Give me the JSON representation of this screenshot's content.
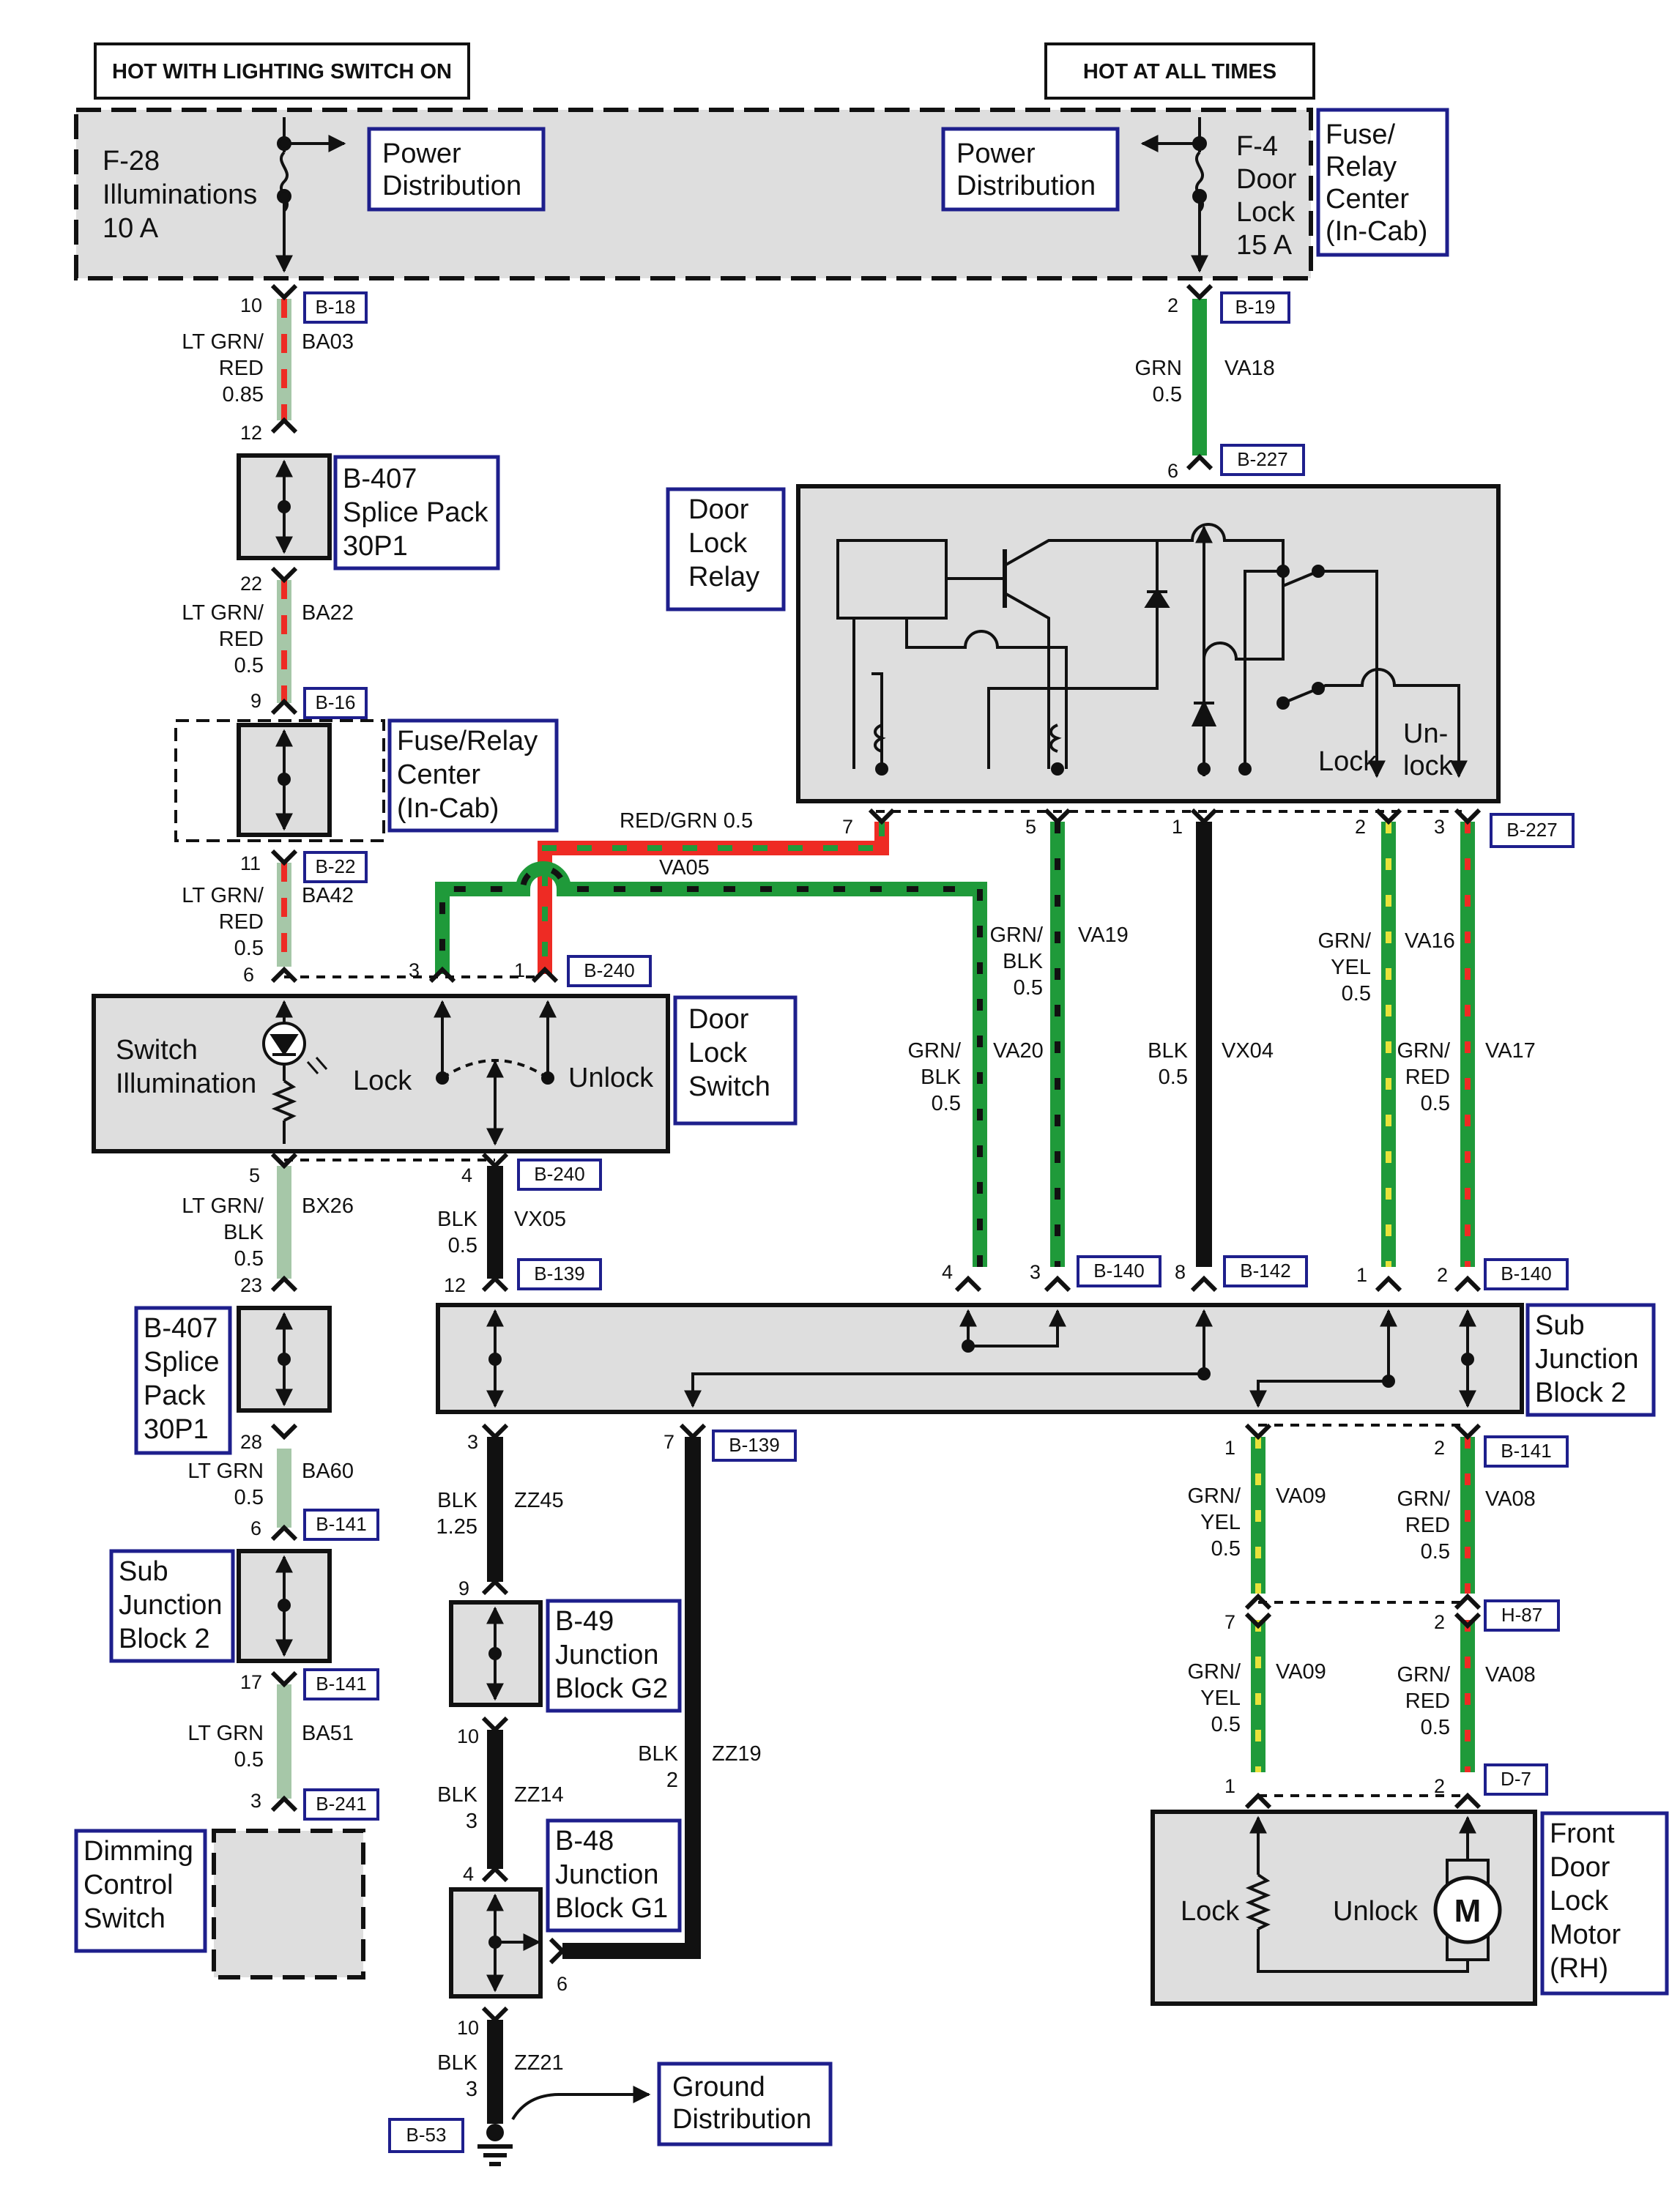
{
  "headers": {
    "left": "HOT WITH LIGHTING SWITCH ON",
    "right": "HOT AT ALL TIMES"
  },
  "fuse_relay_center": {
    "label": [
      "Fuse/",
      "Relay",
      "Center",
      "(In-Cab)"
    ],
    "fuse_left": [
      "F-28",
      "Illuminations",
      "10 A"
    ],
    "fuse_right": [
      "F-4",
      "Door",
      "Lock",
      "15 A"
    ],
    "power_left": [
      "Power",
      "Distribution"
    ],
    "power_right": [
      "Power",
      "Distribution"
    ]
  },
  "components": {
    "splice_pack_1": [
      "B-407",
      "Splice Pack",
      "30P1"
    ],
    "fuse_relay_in_cab": [
      "Fuse/Relay",
      "Center",
      "(In-Cab)"
    ],
    "door_lock_relay": [
      "Door",
      "Lock",
      "Relay"
    ],
    "relay_lock": "Lock",
    "relay_unlock": [
      "Un-",
      "lock"
    ],
    "door_lock_switch": [
      "Door",
      "Lock",
      "Switch"
    ],
    "switch_illumination": [
      "Switch",
      "Illumination"
    ],
    "switch_lock": "Lock",
    "switch_unlock": "Unlock",
    "splice_pack_2": [
      "B-407",
      "Splice",
      "Pack",
      "30P1"
    ],
    "sub_junction_left": [
      "Sub",
      "Junction",
      "Block 2"
    ],
    "sub_junction_main": [
      "Sub",
      "Junction",
      "Block 2"
    ],
    "dimming_control": [
      "Dimming",
      "Control",
      "Switch"
    ],
    "junction_g2": [
      "B-49",
      "Junction",
      "Block G2"
    ],
    "junction_g1": [
      "B-48",
      "Junction",
      "Block G1"
    ],
    "ground": [
      "Ground",
      "Distribution"
    ],
    "front_door_motor": [
      "Front",
      "Door",
      "Lock",
      "Motor",
      "(RH)"
    ],
    "motor_lock": "Lock",
    "motor_unlock": "Unlock",
    "motor_symbol": "M"
  },
  "connectors": {
    "b18": "B-18",
    "b407a": "",
    "b16": "B-16",
    "b22": "B-22",
    "b19": "B-19",
    "b227a": "B-227",
    "b227b": "B-227",
    "b240a": "B-240",
    "b240b": "B-240",
    "b139a": "B-139",
    "b140a": "B-140",
    "b142": "B-142",
    "b140b": "B-140",
    "b141a": "B-141",
    "b141b": "B-141",
    "b139b": "B-139",
    "b141c": "B-141",
    "h87": "H-87",
    "d7": "D-7",
    "b241": "B-241",
    "b53": "B-53"
  },
  "pins": {
    "p10a": "10",
    "p12a": "12",
    "p22": "22",
    "p9a": "9",
    "p11": "11",
    "p6a": "6",
    "p2a": "2",
    "p6b": "6",
    "p7a": "7",
    "p5a": "5",
    "p1a": "1",
    "p2b": "2",
    "p3a": "3",
    "p3b": "3",
    "p1b": "1",
    "p5b": "5",
    "p4a": "4",
    "p23": "23",
    "p28": "28",
    "p6c": "6",
    "p17": "17",
    "p3c": "3",
    "p12b": "12",
    "p4b": "4",
    "p3d": "3",
    "p8": "8",
    "p1c": "1",
    "p2c": "2",
    "p3e": "3",
    "p7b": "7",
    "p9b": "9",
    "p10b": "10",
    "p4c": "4",
    "p6d": "6",
    "p10c": "10",
    "p1d": "1",
    "p2d": "2",
    "p7c": "7",
    "p2e": "2",
    "p1e": "1",
    "p2f": "2"
  },
  "wires": {
    "ba03": {
      "color": [
        "LT GRN/",
        "RED",
        "0.85"
      ],
      "id": "BA03"
    },
    "ba22": {
      "color": [
        "LT GRN/",
        "RED",
        "0.5"
      ],
      "id": "BA22"
    },
    "ba42": {
      "color": [
        "LT GRN/",
        "RED",
        "0.5"
      ],
      "id": "BA42"
    },
    "va18": {
      "color": [
        "GRN",
        "0.5"
      ],
      "id": "VA18"
    },
    "redgrn": {
      "label": "RED/GRN 0.5"
    },
    "va05": {
      "id": "VA05"
    },
    "va19": {
      "color": [
        "GRN/",
        "BLK",
        "0.5"
      ],
      "id": "VA19"
    },
    "va20": {
      "color": [
        "GRN/",
        "BLK",
        "0.5"
      ],
      "id": "VA20"
    },
    "vx04": {
      "color": [
        "BLK",
        "0.5"
      ],
      "id": "VX04"
    },
    "va16": {
      "color": [
        "GRN/",
        "YEL",
        "0.5"
      ],
      "id": "VA16"
    },
    "va17": {
      "color": [
        "GRN/",
        "RED",
        "0.5"
      ],
      "id": "VA17"
    },
    "bx26": {
      "color": [
        "LT GRN/",
        "BLK",
        "0.5"
      ],
      "id": "BX26"
    },
    "vx05": {
      "color": [
        "BLK",
        "0.5"
      ],
      "id": "VX05"
    },
    "ba60": {
      "color": [
        "LT GRN",
        "0.5"
      ],
      "id": "BA60"
    },
    "ba51": {
      "color": [
        "LT GRN",
        "0.5"
      ],
      "id": "BA51"
    },
    "zz45": {
      "color": [
        "BLK",
        "1.25"
      ],
      "id": "ZZ45"
    },
    "zz14": {
      "color": [
        "BLK",
        "3"
      ],
      "id": "ZZ14"
    },
    "zz19": {
      "color": [
        "BLK",
        "2"
      ],
      "id": "ZZ19"
    },
    "zz21": {
      "color": [
        "BLK",
        "3"
      ],
      "id": "ZZ21"
    },
    "va09a": {
      "color": [
        "GRN/",
        "YEL",
        "0.5"
      ],
      "id": "VA09"
    },
    "va08a": {
      "color": [
        "GRN/",
        "RED",
        "0.5"
      ],
      "id": "VA08"
    },
    "va09b": {
      "color": [
        "GRN/",
        "YEL",
        "0.5"
      ],
      "id": "VA09"
    },
    "va08b": {
      "color": [
        "GRN/",
        "RED",
        "0.5"
      ],
      "id": "VA08"
    }
  },
  "colors": {
    "lt_grn": "#a6c7a8",
    "grn": "#1f9a3a",
    "red": "#ee2b24",
    "yel": "#e8e23a",
    "blk": "#111111",
    "box_fill": "#dedede",
    "label_border": "#1e1f8c"
  }
}
